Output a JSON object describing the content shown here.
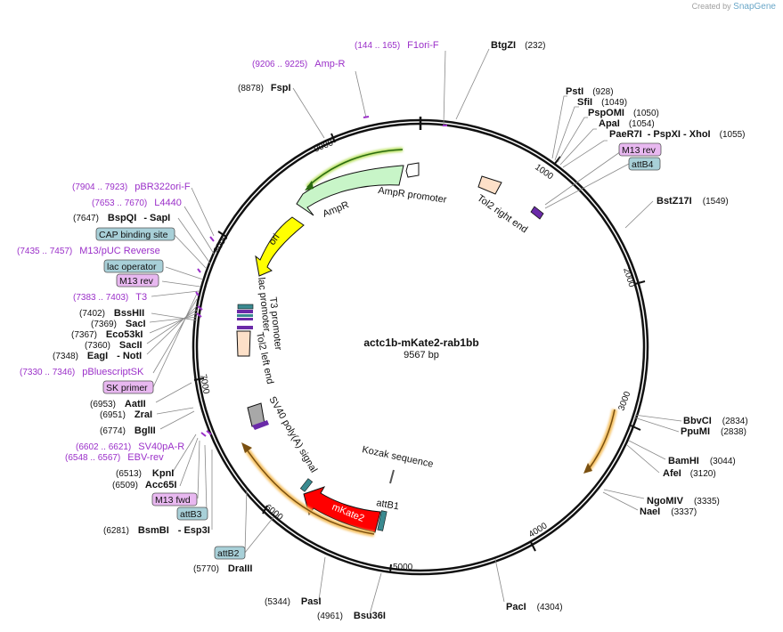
{
  "credit": {
    "prefix": "Created by",
    "brand": "SnapGene"
  },
  "plasmid": {
    "name": "actc1b-mKate2-rab1bb",
    "size": "9567 bp"
  },
  "ticks": [
    {
      "label": "1000"
    },
    {
      "label": "2000"
    },
    {
      "label": "3000"
    },
    {
      "label": "4000"
    },
    {
      "label": "5000"
    },
    {
      "label": "6000"
    },
    {
      "label": "7000"
    },
    {
      "label": "8000"
    },
    {
      "label": "9000"
    }
  ],
  "sites": [
    {
      "name": "BtgZI",
      "pos": "(232)"
    },
    {
      "name": "PstI",
      "pos": "(928)"
    },
    {
      "name": "SfiI",
      "pos": "(1049)"
    },
    {
      "name": "PspOMI",
      "pos": "(1050)"
    },
    {
      "name": "ApaI",
      "pos": "(1054)"
    },
    {
      "name": "PaeR7I",
      "pos": "(1055)",
      "extra": "- PspXI   - XhoI"
    },
    {
      "name": "BstZ17I",
      "pos": "(1549)"
    },
    {
      "name": "BbvCI",
      "pos": "(2834)"
    },
    {
      "name": "PpuMI",
      "pos": "(2838)"
    },
    {
      "name": "BamHI",
      "pos": "(3044)"
    },
    {
      "name": "AfeI",
      "pos": "(3120)"
    },
    {
      "name": "NgoMIV",
      "pos": "(3335)"
    },
    {
      "name": "NaeI",
      "pos": "(3337)"
    },
    {
      "name": "PacI",
      "pos": "(4304)"
    },
    {
      "name": "Bsu36I",
      "pos": "(4961)"
    },
    {
      "name": "PasI",
      "pos": "(5344)"
    },
    {
      "name": "DraIII",
      "pos": "(5770)"
    },
    {
      "name": "BsmBI",
      "pos": "(6281)",
      "extra": "- Esp3I"
    },
    {
      "name": "Acc65I",
      "pos": "(6509)"
    },
    {
      "name": "KpnI",
      "pos": "(6513)"
    },
    {
      "name": "BglII",
      "pos": "(6774)"
    },
    {
      "name": "ZraI",
      "pos": "(6951)"
    },
    {
      "name": "AatII",
      "pos": "(6953)"
    },
    {
      "name": "NotI",
      "pos": "(7348)",
      "pre": "EagI",
      "sep": "-"
    },
    {
      "name": "SacII",
      "pos": "(7360)"
    },
    {
      "name": "Eco53kI",
      "pos": "(7367)"
    },
    {
      "name": "SacI",
      "pos": "(7369)"
    },
    {
      "name": "BssHII",
      "pos": "(7402)"
    },
    {
      "name": "SapI",
      "pos": "(7647)",
      "pre": "BspQI",
      "sep": "-"
    },
    {
      "name": "FspI",
      "pos": "(8878)"
    }
  ],
  "primers": [
    {
      "name": "F1ori-F",
      "pos": "(144 .. 165)"
    },
    {
      "name": "Amp-R",
      "pos": "(9206 .. 9225)"
    },
    {
      "name": "pBR322ori-F",
      "pos": "(7904 .. 7923)"
    },
    {
      "name": "L4440",
      "pos": "(7653 .. 7670)"
    },
    {
      "name": "M13/pUC Reverse",
      "pos": "(7435 .. 7457)"
    },
    {
      "name": "T3",
      "pos": "(7383 .. 7403)"
    },
    {
      "name": "pBluescriptSK",
      "pos": "(7330 .. 7346)"
    },
    {
      "name": "SV40pA-R",
      "pos": "(6602 .. 6621)"
    },
    {
      "name": "EBV-rev",
      "pos": "(6548 .. 6567)"
    }
  ],
  "boxes": [
    {
      "label": "M13 rev",
      "kind": "primer"
    },
    {
      "label": "attB4",
      "kind": "misc"
    },
    {
      "label": "CAP binding site",
      "kind": "misc"
    },
    {
      "label": "lac operator",
      "kind": "misc"
    },
    {
      "label": "M13 rev",
      "kind": "primer"
    },
    {
      "label": "SK primer",
      "kind": "primer"
    },
    {
      "label": "M13 fwd",
      "kind": "primer"
    },
    {
      "label": "attB3",
      "kind": "misc"
    },
    {
      "label": "attB2",
      "kind": "misc"
    }
  ],
  "features": [
    {
      "label": "AmpR promoter"
    },
    {
      "label": "AmpR"
    },
    {
      "label": "ori"
    },
    {
      "label": "Tol2 right end"
    },
    {
      "label": "lac promoter"
    },
    {
      "label": "T3 promoter"
    },
    {
      "label": "Tol2 left end"
    },
    {
      "label": "SV40 poly(A) signal"
    },
    {
      "label": "Kozak sequence"
    },
    {
      "label": "attB1"
    },
    {
      "label": "mKate2"
    }
  ],
  "colors": {
    "backbone": "#111111",
    "promoter": "#ffffff",
    "ampr": "#c8f5c8",
    "ori": "#ffff00",
    "tol2": "#fde0c8",
    "mkate2": "#ff0000",
    "orf_arc": "#f5c060",
    "primer_box": "#e8b8f0",
    "misc_box": "#a8d0d8",
    "primer_text": "#9b30c9"
  }
}
